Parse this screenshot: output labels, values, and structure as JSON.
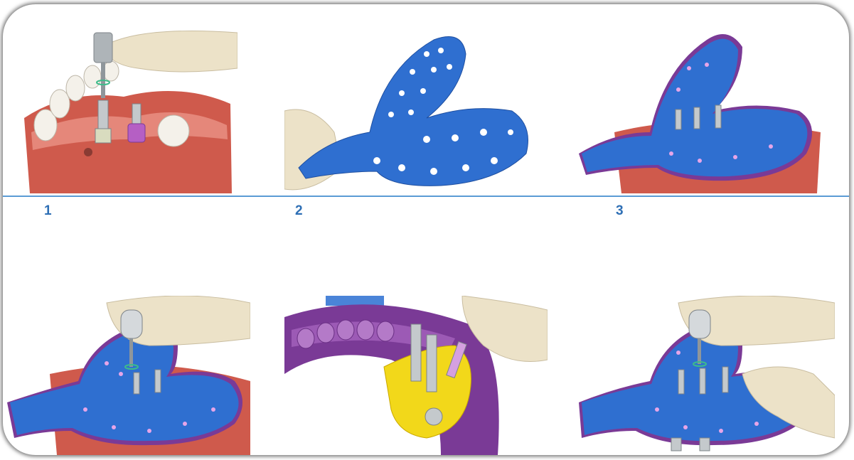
{
  "steps": [
    {
      "number": "1"
    },
    {
      "number": "2"
    },
    {
      "number": "3"
    }
  ],
  "colors": {
    "gum": "#cf5a4c",
    "gum_light": "#e5877a",
    "tray_blue": "#2f6fd0",
    "impression_purple": "#7a3a96",
    "putty_yellow": "#f2d81a",
    "metal": "#c4c9cc",
    "skin": "#ece2c8",
    "divider": "#5b9bd5",
    "label": "#2e6fb5"
  }
}
